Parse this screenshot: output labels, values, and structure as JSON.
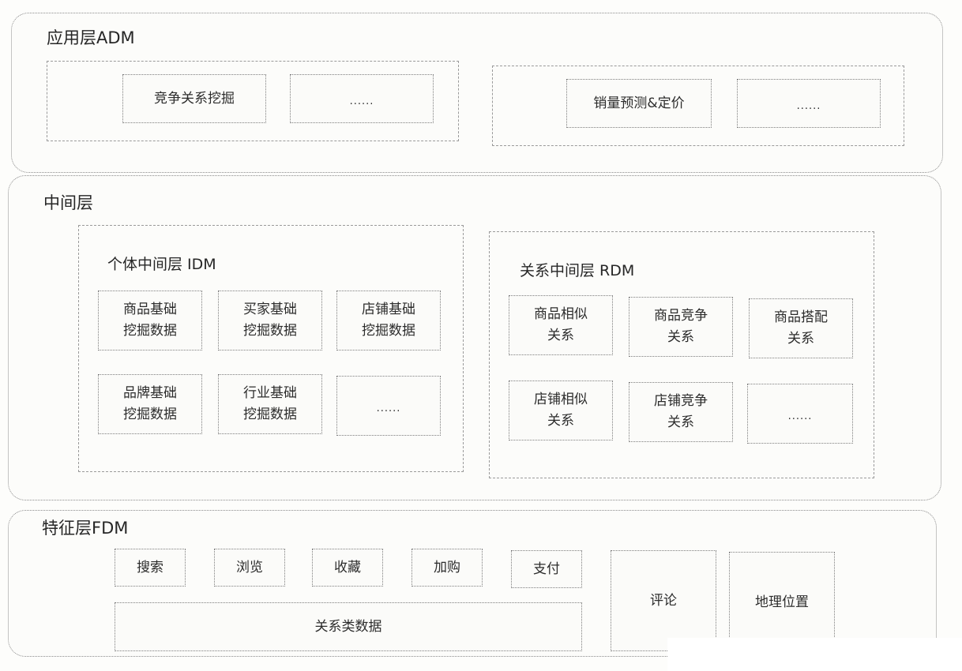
{
  "adm": {
    "title": "应用层ADM",
    "group1": {
      "box1": "竞争关系挖掘",
      "box2": "......"
    },
    "group2": {
      "box1": "销量预测&定价",
      "box2": "......"
    }
  },
  "middle": {
    "title": "中间层",
    "idm": {
      "title": "个体中间层 IDM",
      "boxes": [
        [
          "商品基础",
          "挖掘数据"
        ],
        [
          "买家基础",
          "挖掘数据"
        ],
        [
          "店铺基础",
          "挖掘数据"
        ],
        [
          "品牌基础",
          "挖掘数据"
        ],
        [
          "行业基础",
          "挖掘数据"
        ],
        [
          "......"
        ]
      ]
    },
    "rdm": {
      "title": "关系中间层 RDM",
      "boxes": [
        [
          "商品相似",
          "关系"
        ],
        [
          "商品竞争",
          "关系"
        ],
        [
          "商品搭配",
          "关系"
        ],
        [
          "店铺相似",
          "关系"
        ],
        [
          "店铺竞争",
          "关系"
        ],
        [
          "......"
        ]
      ]
    }
  },
  "fdm": {
    "title": "特征层FDM",
    "boxes": [
      "搜索",
      "浏览",
      "收藏",
      "加购",
      "支付"
    ],
    "relation": "关系类数据",
    "comment": "评论",
    "location": "地理位置"
  }
}
